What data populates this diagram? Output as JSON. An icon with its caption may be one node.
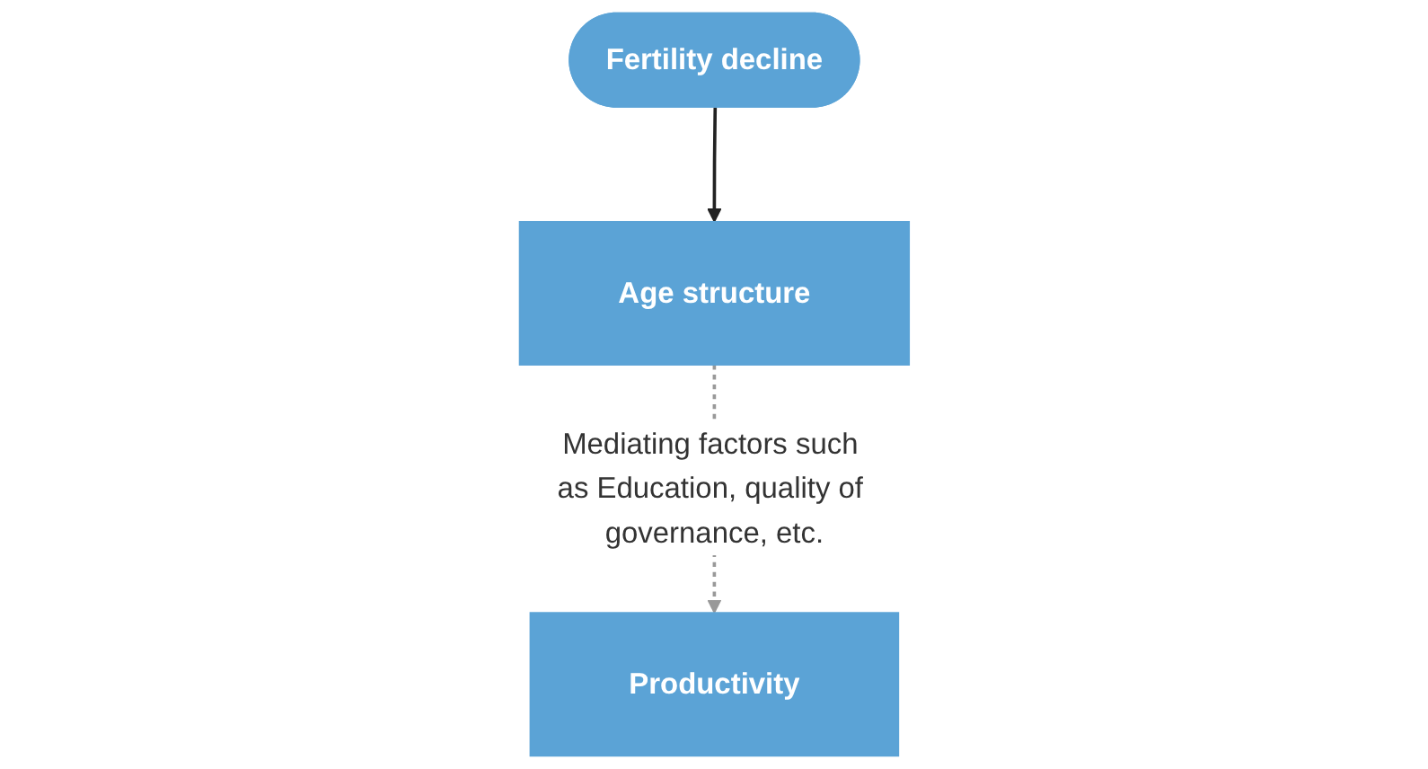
{
  "diagram": {
    "nodes": [
      {
        "text": [
          "Fertility decline"
        ]
      },
      {
        "text": [
          "Age structure"
        ]
      },
      {
        "text": [
          "Productivity"
        ]
      }
    ],
    "edges": [
      {
        "from": 0,
        "to": 1,
        "arrow": "to"
      },
      {
        "from": 1,
        "to": 2,
        "arrow": "to",
        "label": "Mediating factors such as Education, quality of governance, etc.",
        "style": "dashed",
        "color": "#999999"
      }
    ]
  }
}
